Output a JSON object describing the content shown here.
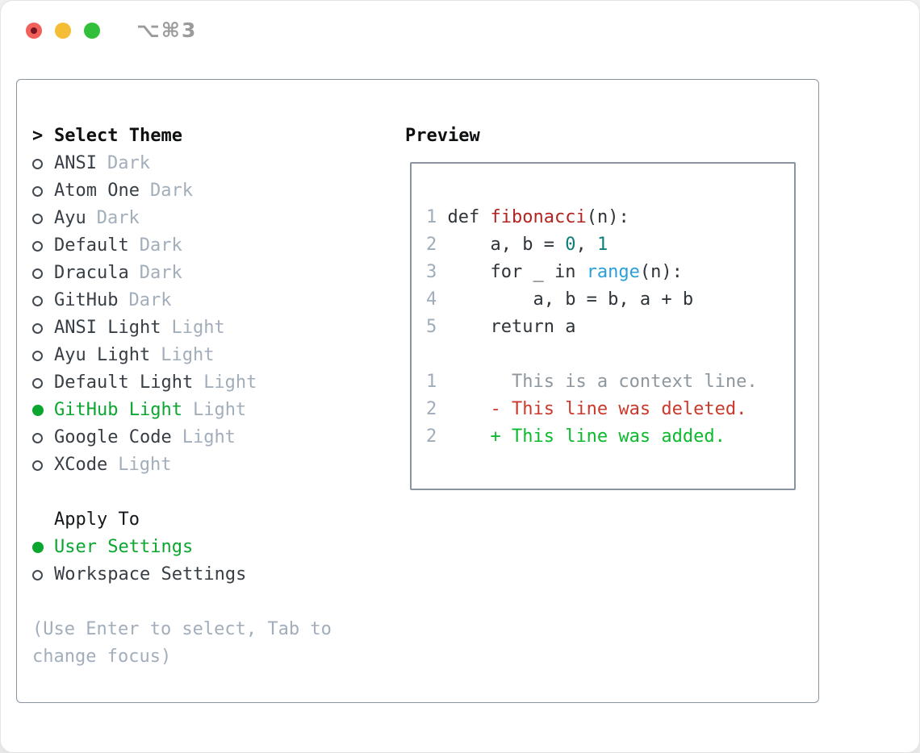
{
  "window": {
    "title": "⌥⌘3",
    "traffic_lights": [
      {
        "name": "close",
        "color": "#f2605a",
        "has_dot": true,
        "dot_color": "#771622"
      },
      {
        "name": "minimize",
        "color": "#f5bd36",
        "has_dot": false
      },
      {
        "name": "zoom",
        "color": "#32c03c",
        "has_dot": false
      }
    ]
  },
  "left": {
    "prompt": ">",
    "header": "Select Theme",
    "themes": [
      {
        "name": "ANSI",
        "tag": "Dark",
        "selected": false
      },
      {
        "name": "Atom One",
        "tag": "Dark",
        "selected": false
      },
      {
        "name": "Ayu",
        "tag": "Dark",
        "selected": false
      },
      {
        "name": "Default",
        "tag": "Dark",
        "selected": false
      },
      {
        "name": "Dracula",
        "tag": "Dark",
        "selected": false
      },
      {
        "name": "GitHub",
        "tag": "Dark",
        "selected": false
      },
      {
        "name": "ANSI Light",
        "tag": "Light",
        "selected": false
      },
      {
        "name": "Ayu Light",
        "tag": "Light",
        "selected": false
      },
      {
        "name": "Default Light",
        "tag": "Light",
        "selected": false
      },
      {
        "name": "GitHub Light",
        "tag": "Light",
        "selected": true
      },
      {
        "name": "Google Code",
        "tag": "Light",
        "selected": false
      },
      {
        "name": "XCode",
        "tag": "Light",
        "selected": false
      }
    ],
    "apply_header": "Apply To",
    "apply_options": [
      {
        "name": "User Settings",
        "selected": true
      },
      {
        "name": "Workspace Settings",
        "selected": false
      }
    ],
    "help_lines": [
      "(Use Enter to select, Tab to",
      "change focus)"
    ]
  },
  "preview": {
    "header": "Preview",
    "code_lines": [
      {
        "num": "1",
        "segments": [
          {
            "t": "def ",
            "c": "code"
          },
          {
            "t": "fibonacci",
            "c": "func"
          },
          {
            "t": "(n):",
            "c": "code"
          }
        ]
      },
      {
        "num": "2",
        "segments": [
          {
            "t": "    a, b = ",
            "c": "code"
          },
          {
            "t": "0",
            "c": "num"
          },
          {
            "t": ", ",
            "c": "code"
          },
          {
            "t": "1",
            "c": "num"
          }
        ]
      },
      {
        "num": "3",
        "segments": [
          {
            "t": "    for _ in ",
            "c": "code"
          },
          {
            "t": "range",
            "c": "builtin"
          },
          {
            "t": "(n):",
            "c": "code"
          }
        ]
      },
      {
        "num": "4",
        "segments": [
          {
            "t": "        a, b = b, a + b",
            "c": "code"
          }
        ]
      },
      {
        "num": "5",
        "segments": [
          {
            "t": "    return a",
            "c": "code"
          }
        ]
      }
    ],
    "diff_lines": [
      {
        "num": "1",
        "segments": [
          {
            "t": "      This is a context line.",
            "c": "context"
          }
        ]
      },
      {
        "num": "2",
        "segments": [
          {
            "t": "    - This line was deleted.",
            "c": "deleted"
          }
        ]
      },
      {
        "num": "2",
        "segments": [
          {
            "t": "    + This line was added.",
            "c": "added"
          }
        ]
      }
    ]
  },
  "colors": {
    "accent_selected_green": "#0ba62f",
    "diff_added_green": "#0cba2e",
    "diff_deleted_red": "#ca392b",
    "diff_context_gray": "#8e979e",
    "syntax_function_red": "#b2241f",
    "syntax_number_teal": "#0c7e76",
    "syntax_builtin_blue": "#2a9fd8",
    "line_number_gray": "#9facba",
    "tag_gray": "#a2aebb",
    "panel_border_gray": "#8a94a0",
    "titlebar_text_gray": "#9b9b9b"
  }
}
